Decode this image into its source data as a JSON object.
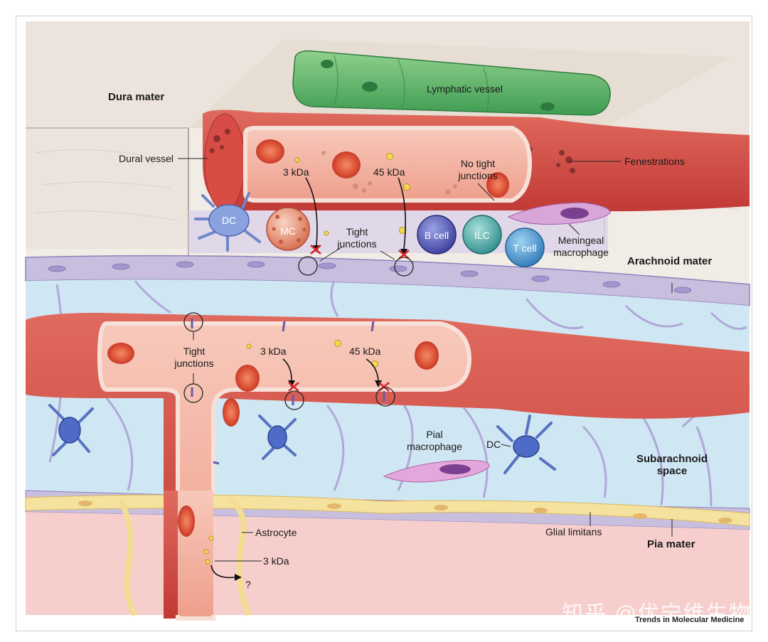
{
  "labels": {
    "dura_mater": "Dura mater",
    "lymphatic_vessel": "Lymphatic vessel",
    "dural_vessel": "Dural vessel",
    "fenestrations": "Fenestrations",
    "kda3_top": "3 kDa",
    "kda45_top": "45 kDa",
    "no_tight_1": "No tight",
    "no_tight_2": "junctions",
    "tight_top_1": "Tight",
    "tight_top_2": "junctions",
    "dc_top": "DC",
    "mc": "MC",
    "b_cell": "B cell",
    "ilc": "ILC",
    "t_cell": "T cell",
    "meningeal_1": "Meningeal",
    "meningeal_2": "macrophage",
    "arachnoid_mater": "Arachnoid mater",
    "tight_mid_1": "Tight",
    "tight_mid_2": "junctions",
    "kda3_mid": "3 kDa",
    "kda45_mid": "45 kDa",
    "pial_1": "Pial",
    "pial_2": "macrophage",
    "dc_mid": "DC",
    "subarachnoid_1": "Subarachnoid",
    "subarachnoid_2": "space",
    "astrocyte": "Astrocyte",
    "kda3_bottom": "3 kDa",
    "question": "?",
    "glial_limitans": "Glial limitans",
    "pia_mater": "Pia mater"
  },
  "watermark": "知乎 @优宁维生物",
  "journal": "Trends in Molecular Medicine",
  "colors": {
    "vessel_red": "#d9534f",
    "vessel_inner": "#f3b8a8",
    "lymphatic_green": "#5fb86a",
    "dura": "#eae3dc",
    "arachnoid": "#c9c1e0",
    "csf_blue": "#cfe6f3",
    "brain_pink": "#f6cfcd",
    "glia_yellow": "#f7e3a0"
  }
}
